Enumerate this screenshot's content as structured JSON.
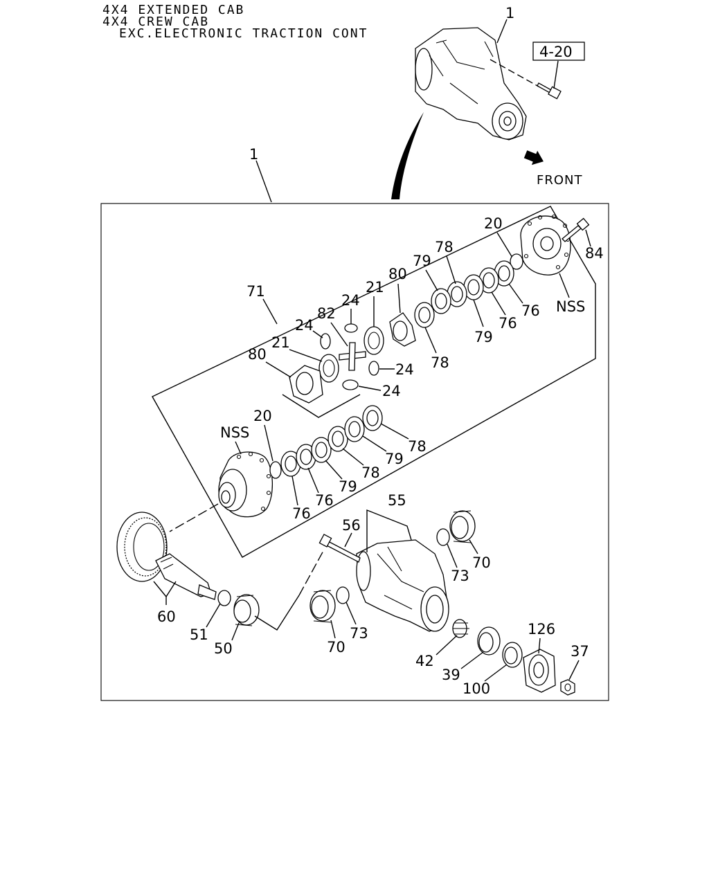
{
  "header": {
    "line1": "4X4 EXTENDED CAB",
    "line2": "4X4 CREW CAB",
    "line3": "EXC.ELECTRONIC TRACTION CONT"
  },
  "ref_box": "4-20",
  "direction": "FRONT",
  "callouts": {
    "assembly_top": "1",
    "assembly_main": "1",
    "n71": "71",
    "n20a": "20",
    "n84": "84",
    "nssA": "NSS",
    "n78a": "78",
    "n79a": "79",
    "n80a": "80",
    "n21a": "21",
    "n24a": "24",
    "n82": "82",
    "n24b": "24",
    "n21b": "21",
    "n80b": "80",
    "n24c": "24",
    "n24d": "24",
    "n76a": "76",
    "n76b": "76",
    "n79b": "79",
    "n78b": "78",
    "nssB": "NSS",
    "n20b": "20",
    "n78c": "78",
    "n79c": "79",
    "n78d": "78",
    "n79d": "79",
    "n76c": "76",
    "n76d": "76",
    "n55": "55",
    "n56": "56",
    "n70a": "70",
    "n73a": "73",
    "n60": "60",
    "n51": "51",
    "n50": "50",
    "n70b": "70",
    "n73b": "73",
    "n42": "42",
    "n39": "39",
    "n100": "100",
    "n126": "126",
    "n37": "37"
  }
}
